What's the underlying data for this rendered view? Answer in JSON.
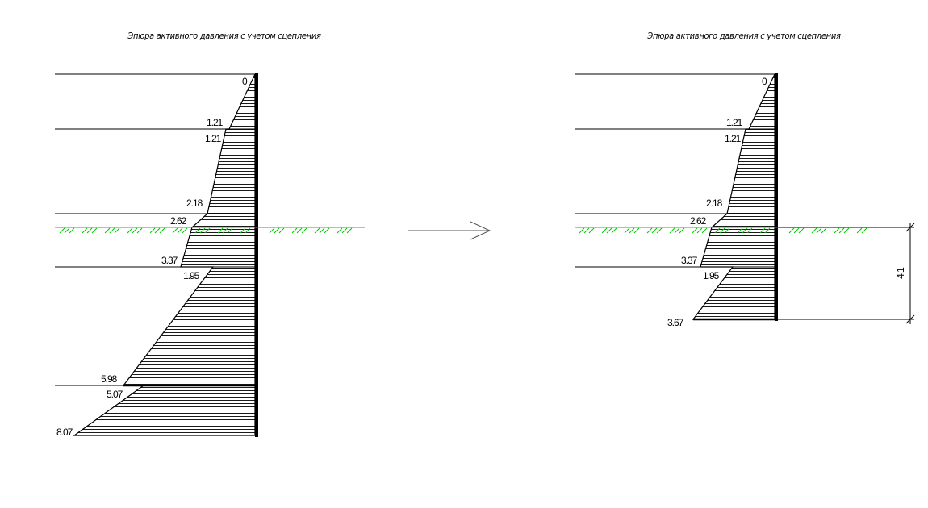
{
  "left_diagram": {
    "title": "Эпюра активного давления с учетом сцепления",
    "labels": [
      "0",
      "1.21",
      "1.21",
      "2.18",
      "2.62",
      "3.37",
      "1.95",
      "5.98",
      "5.07",
      "8.07"
    ]
  },
  "right_diagram": {
    "title": "Эпюра активного давления с учетом сцепления",
    "labels": [
      "0",
      "1.21",
      "1.21",
      "2.18",
      "2.62",
      "3.37",
      "1.95",
      "3.67"
    ],
    "dimension": "4.1"
  },
  "colors": {
    "lines": "#000000",
    "water_level": "#00c800",
    "arrow": "#555555"
  }
}
